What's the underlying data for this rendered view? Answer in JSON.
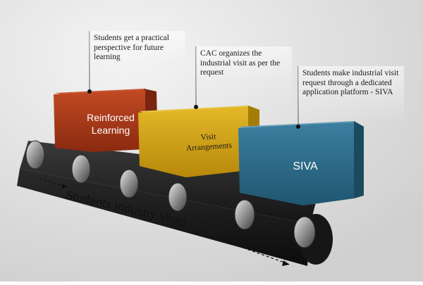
{
  "diagram": {
    "conveyor_label": "Students Industry Visits",
    "boxes": [
      {
        "label": "Reinforced Learning",
        "color": "#b13a1c"
      },
      {
        "label": "Visit Arrangements",
        "color": "#d4a71a"
      },
      {
        "label": "SIVA",
        "color": "#2b6a8a"
      }
    ],
    "callouts": [
      {
        "text": "Students get a practical perspective for future learning"
      },
      {
        "text": "CAC organizes the industrial visit as per the request"
      },
      {
        "text": "Students make industrial visit request through a dedicated application platform - SIVA"
      }
    ]
  },
  "colors": {
    "background": "#e6e6e6",
    "belt": "#1e1e1e",
    "roller": "#8a8a8a"
  }
}
